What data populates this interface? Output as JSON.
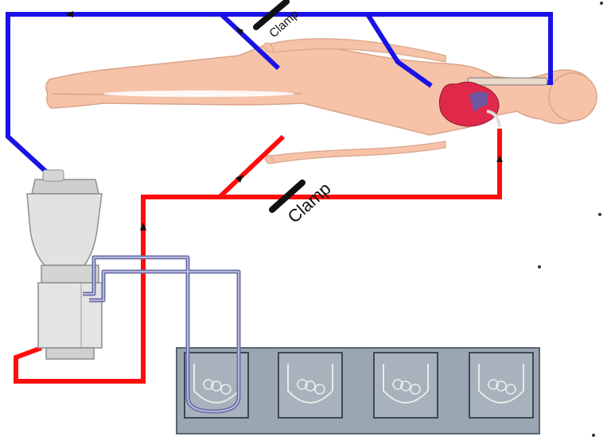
{
  "diagram": {
    "labels": {
      "clamp_top": "Clamp",
      "clamp_bottom": "Clamp"
    },
    "colors": {
      "venous_line": "#1a12e6",
      "arterial_line": "#ff0d0d",
      "pump_tubing": "#6a6fa8",
      "body_skin": "#f6c3a8",
      "heart": "#e0284a",
      "console": "#9aa6b2",
      "reservoir": "#e2e2e2",
      "clamp": "#111111"
    },
    "components": [
      "patient-body",
      "heart",
      "venous-reservoir",
      "oxygenator",
      "pump-console",
      "roller-pump-1",
      "roller-pump-2",
      "roller-pump-3",
      "roller-pump-4"
    ]
  }
}
